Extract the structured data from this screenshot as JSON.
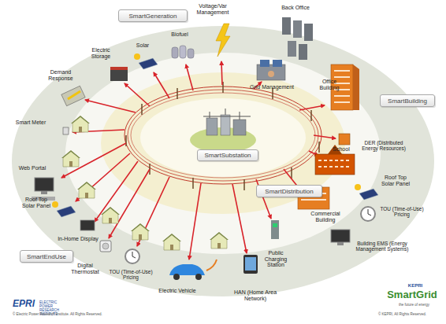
{
  "diagram": {
    "nodes": [
      {
        "text": [
          "SmartGeneration"
        ]
      },
      {
        "text": [
          "SmartBuilding"
        ]
      },
      {
        "text": [
          "SmartSubstation"
        ]
      },
      {
        "text": [
          "SmartDistribution"
        ]
      },
      {
        "text": [
          "SmartEndUse"
        ]
      }
    ],
    "labels": [
      "Voltage/Var Management",
      "Back Office",
      "Biofuel",
      "Solar",
      "Electric Storage",
      "Demand Response",
      "Grid Management",
      "Office Building",
      "Smart Meter",
      "DER (Distributed Energy Resources)",
      "School",
      "Web Portal",
      "Roof Top Solar Panel",
      "Roof Top Solar Panel",
      "TOU (Time-of-Use) Pricing",
      "Commercial Building",
      "In-Home Display",
      "Building EMS (Energy Management Systems)",
      "Public Charging Station",
      "Digital Thermostat",
      "TOU (Time-of-Use) Pricing",
      "Electric Vehicle",
      "HAN (Home Area Network)",
      "EPRI",
      "ELECTRIC POWER RESEARCH INSTITUTE",
      "© Electric Power Research Institute. All Rights Reserved.",
      "KEPRI",
      "SmartGrid",
      "the future of energy",
      "© KEPRI, All Rights Reserved."
    ]
  }
}
